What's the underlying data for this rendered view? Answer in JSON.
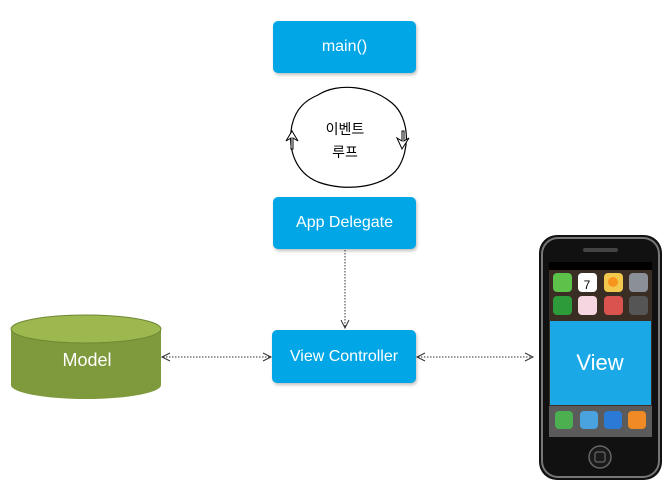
{
  "nodes": {
    "main": "main()",
    "event_loop_line1": "이벤트",
    "event_loop_line2": "루프",
    "app_delegate": "App Delegate",
    "view_controller": "View Controller",
    "model": "Model",
    "view": "View"
  },
  "colors": {
    "process_box": "#00a6e6",
    "model_db": "#7f9a3c",
    "view_screen": "#1aa9e6"
  }
}
